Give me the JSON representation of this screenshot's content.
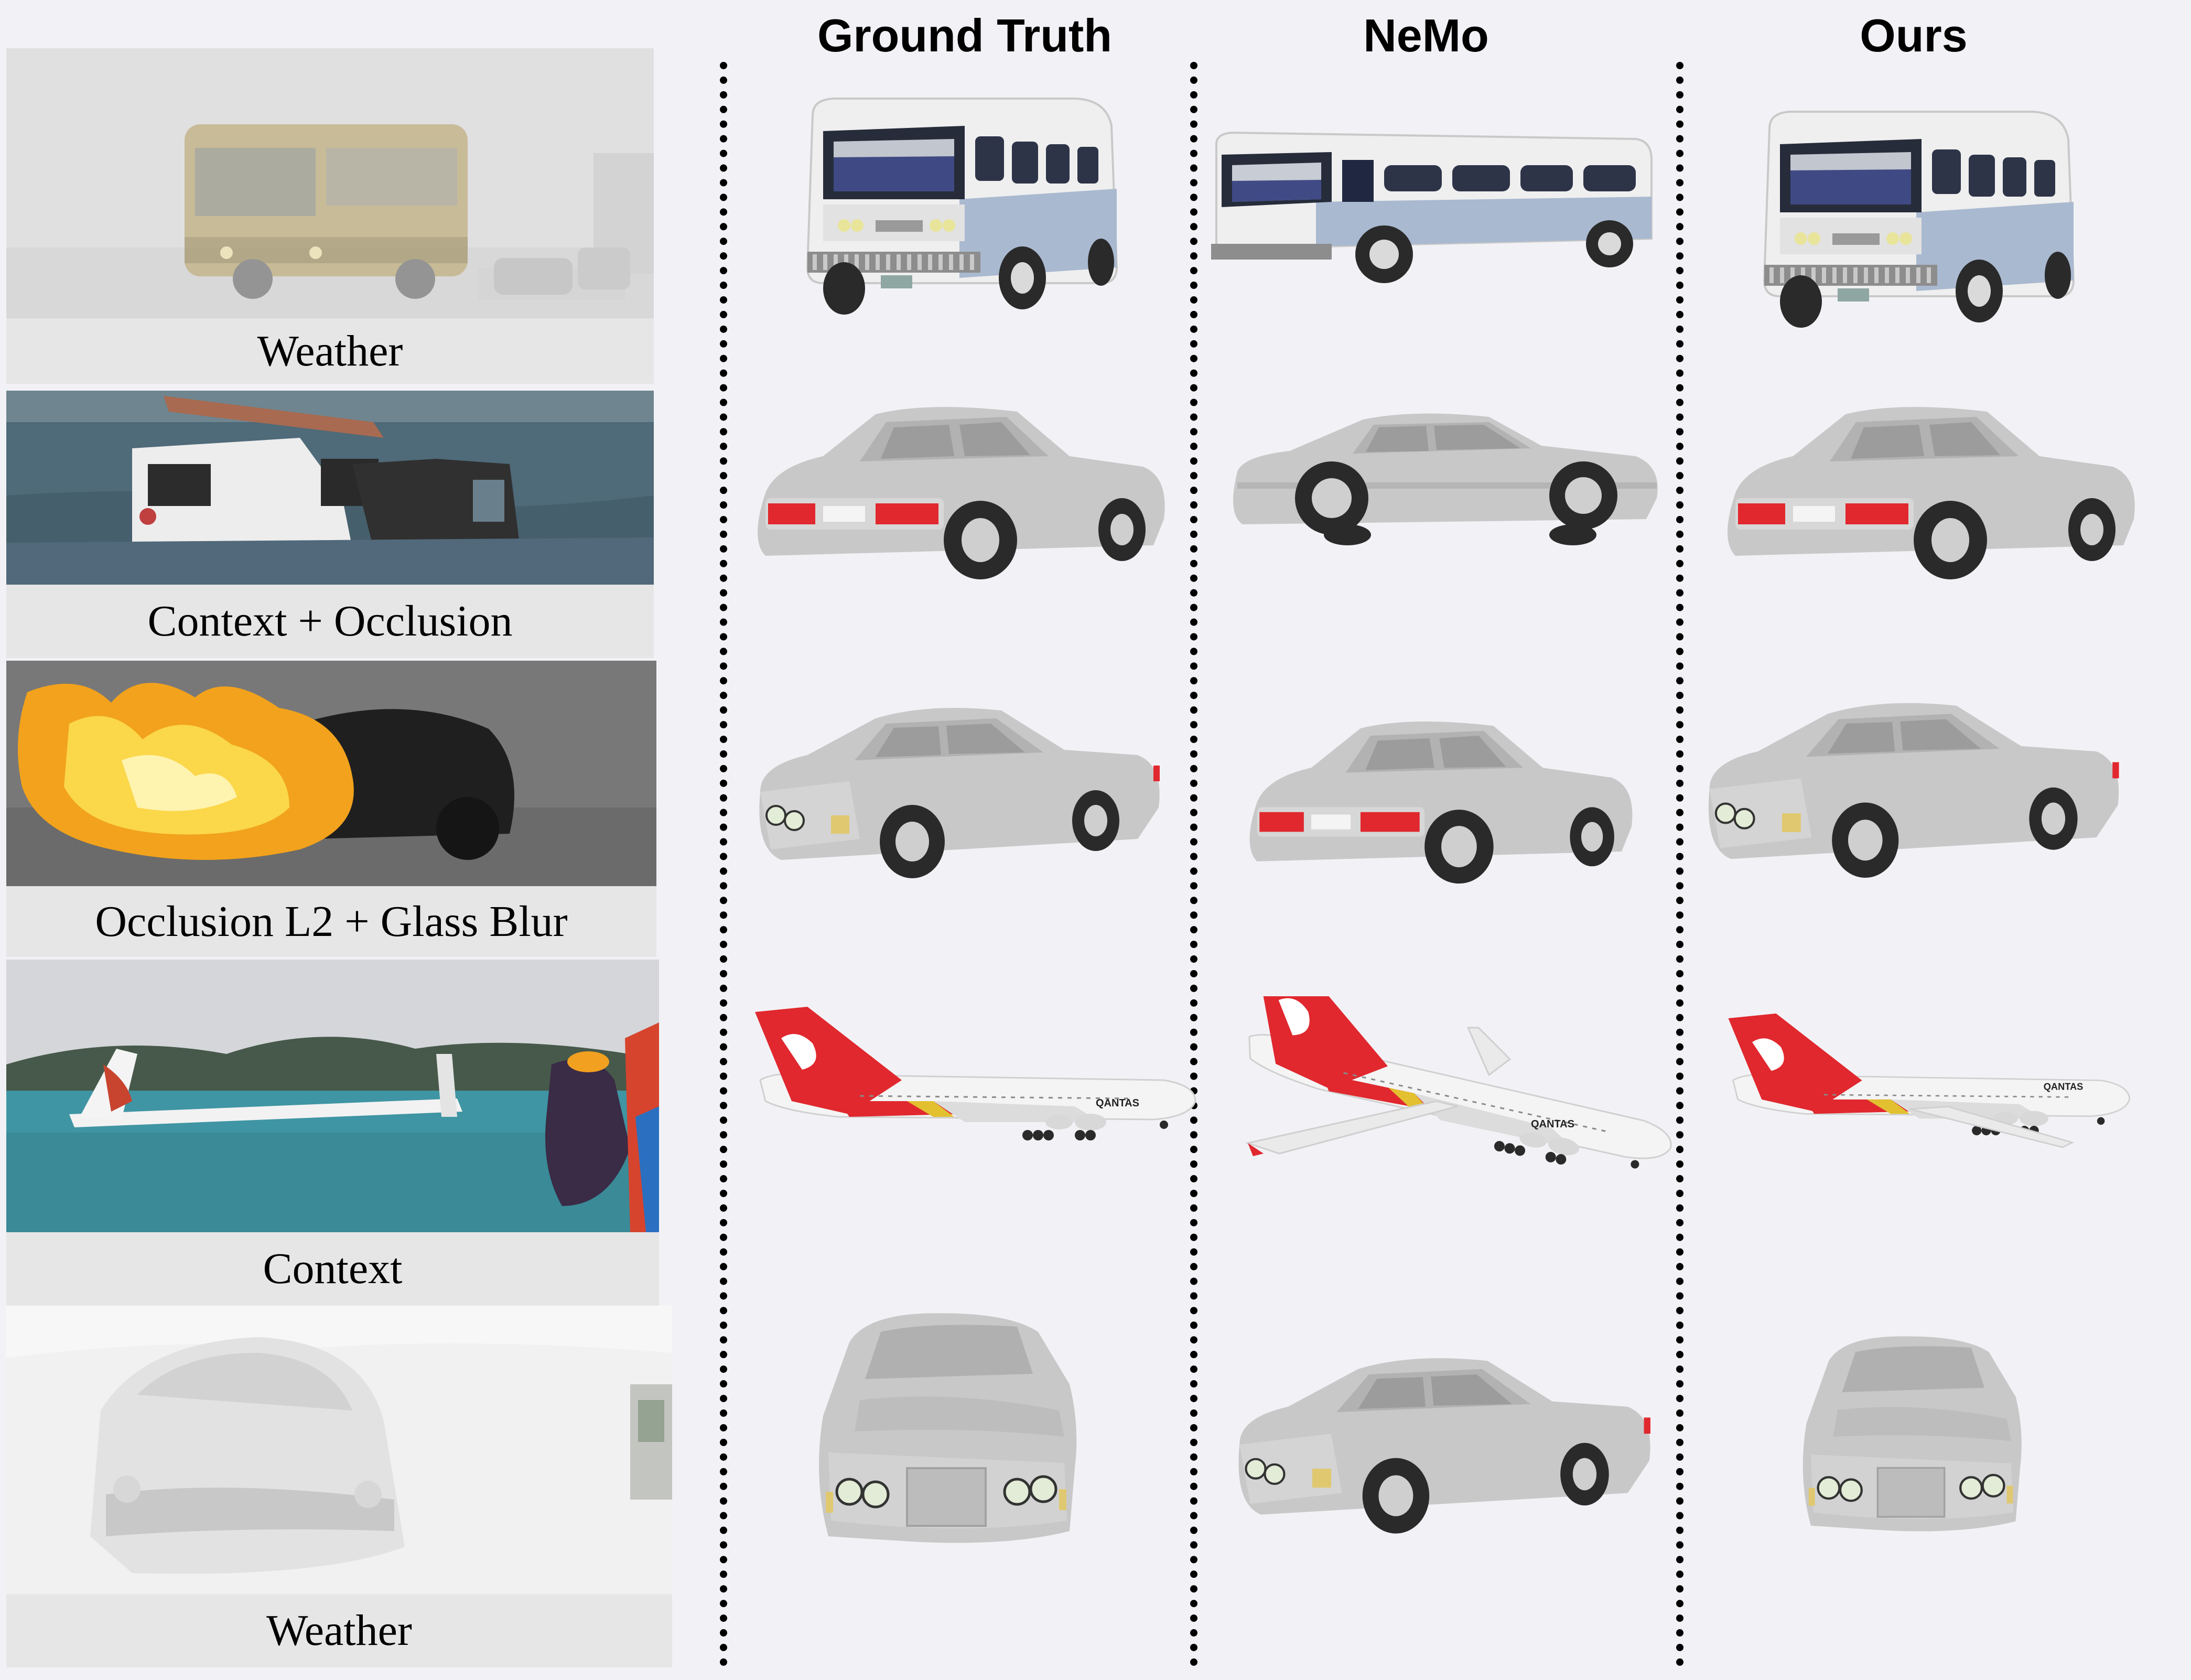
{
  "headers": {
    "ground_truth": "Ground Truth",
    "nemo": "NeMo",
    "ours": "Ours"
  },
  "rows": [
    {
      "caption": "Weather",
      "object": "bus"
    },
    {
      "caption": "Context + Occlusion",
      "object": "car-rear"
    },
    {
      "caption": "Occlusion L2 + Glass Blur",
      "object": "car-front"
    },
    {
      "caption": "Context",
      "object": "airplane"
    },
    {
      "caption": "Weather",
      "object": "car-front-close"
    }
  ],
  "airplane_livery": "QANTAS",
  "colors": {
    "background": "#f2f2f6",
    "caption_bg": "#e6e6e6",
    "render_body": "#c8c8c8",
    "qantas_red": "#e0282e",
    "bus_stripe": "#a9b9d0"
  }
}
